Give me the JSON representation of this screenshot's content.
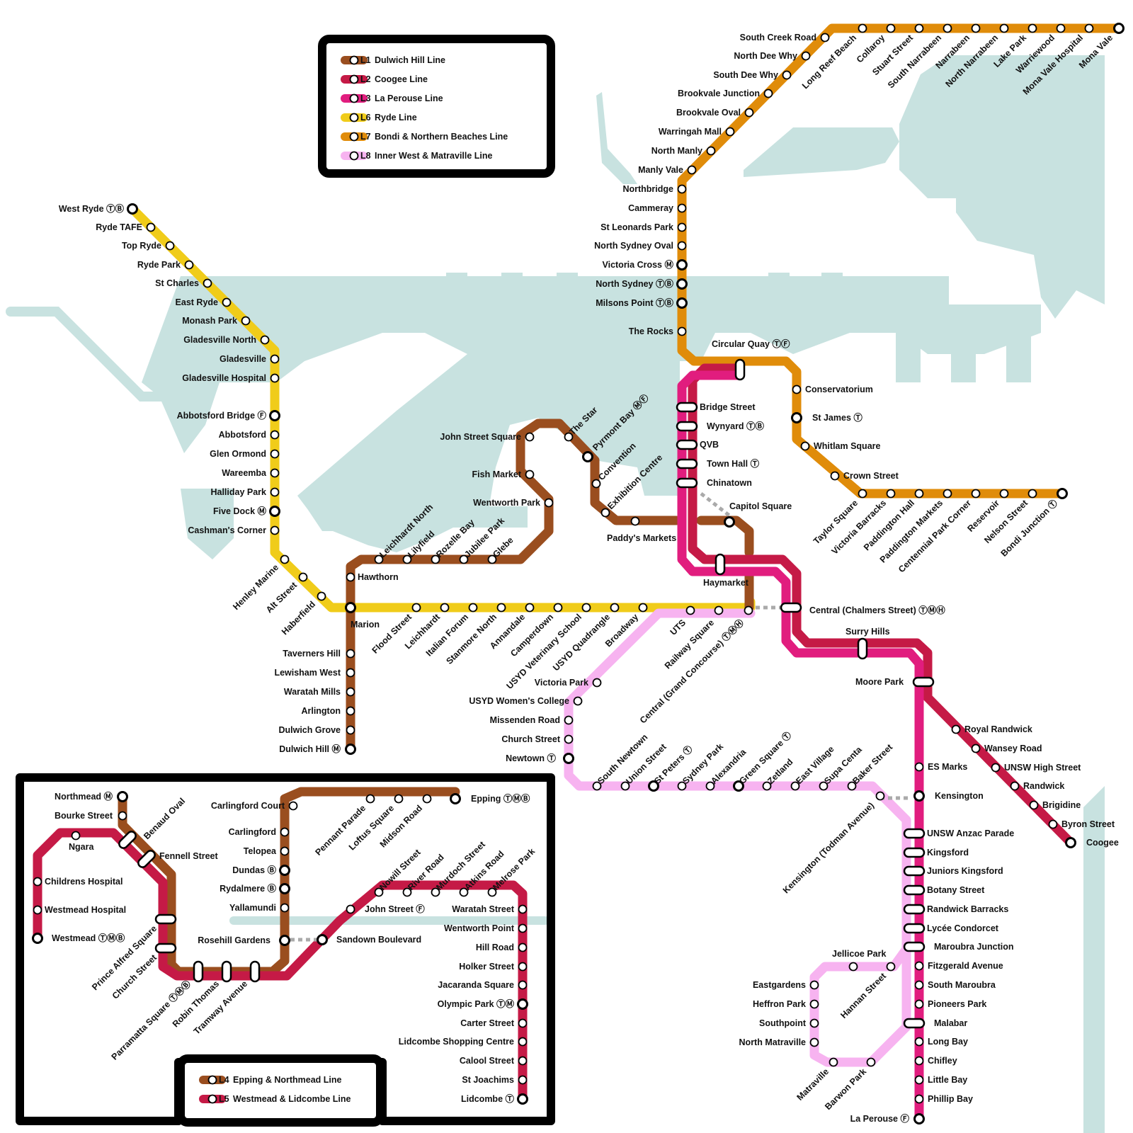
{
  "colors": {
    "water": "#c8e2e0",
    "L1": "#9a4e1f",
    "L2": "#c51a46",
    "L3": "#e11d7e",
    "L4": "#9a4e1f",
    "L5": "#c51a46",
    "L6": "#f0cc1a",
    "L7": "#e08c0a",
    "L8": "#f7b3f0",
    "transfer": "#aaaaaa"
  },
  "legend_main": [
    {
      "code": "L1",
      "name": "Dulwich Hill Line"
    },
    {
      "code": "L2",
      "name": "Coogee Line"
    },
    {
      "code": "L3",
      "name": "La Perouse Line"
    },
    {
      "code": "L6",
      "name": "Ryde Line"
    },
    {
      "code": "L7",
      "name": "Bondi & Northern Beaches Line"
    },
    {
      "code": "L8",
      "name": "Inner West & Matraville Line"
    }
  ],
  "legend_inset": [
    {
      "code": "L4",
      "name": "Epping & Northmead Line"
    },
    {
      "code": "L5",
      "name": "Westmead & Lidcombe Line"
    }
  ],
  "lines": {
    "L6": [
      "West Ryde ⓉⒷ",
      "Ryde TAFE",
      "Top Ryde",
      "Ryde Park",
      "St Charles",
      "East Ryde",
      "Monash Park",
      "Gladesville North",
      "Gladesville",
      "Gladesville Hospital",
      "Abbotsford Bridge Ⓕ",
      "Abbotsford",
      "Glen Ormond",
      "Wareemba",
      "Halliday Park",
      "Five Dock Ⓜ",
      "Cashman's Corner",
      "Henley Marine",
      "Alt Street",
      "Haberfield",
      "Marion",
      "Flood Street",
      "Leichhardt",
      "Italian Forum",
      "Stanmore North",
      "Annandale",
      "Camperdown",
      "USYD Veterinary School",
      "USYD Quadrangle",
      "Broadway",
      "UTS",
      "Railway Square",
      "Central (Grand Concourse) ⓉⓂⒽ"
    ],
    "L1": [
      "Dulwich Hill Ⓜ",
      "Dulwich Grove",
      "Arlington",
      "Waratah Mills",
      "Lewisham West",
      "Taverners Hill",
      "Hawthorn",
      "Leichhardt North",
      "Lilyfield",
      "Rozelle Bay",
      "Jubilee Park",
      "Glebe",
      "Wentworth Park",
      "Fish Market",
      "John Street Square",
      "The Star",
      "Pyrmont Bay ⓂⒻ",
      "Convention",
      "Exhibition Centre",
      "Paddy's Markets",
      "Capitol Square",
      "Haymarket",
      "Central (Chalmers Street) ⓉⓂⒽ"
    ],
    "L7": [
      "South Creek Road",
      "North Dee Why",
      "South Dee Why",
      "Brookvale Junction",
      "Brookvale Oval",
      "Warringah Mall",
      "North Manly",
      "Manly Vale",
      "Northbridge",
      "Cammeray",
      "St Leonards Park",
      "North Sydney Oval",
      "Victoria Cross Ⓜ",
      "North Sydney ⓉⒷ",
      "Milsons Point ⓉⒷ",
      "The Rocks",
      "Circular Quay ⓉⒻ",
      "Conservatorium",
      "St James Ⓣ",
      "Whitlam Square",
      "Crown Street",
      "Taylor Square",
      "Victoria Barracks",
      "Paddington Hall",
      "Paddington Markets",
      "Centennial Park Corner",
      "Reservoir",
      "Nelson Street",
      "Bondi Junction Ⓣ",
      "Long Reef Beach",
      "Collaroy",
      "Stuart Street",
      "South Narrabeen",
      "Narrabeen",
      "North Narrabeen",
      "Lake Park",
      "Warriewood",
      "Mona Vale Hospital",
      "Mona Vale"
    ],
    "L2": [
      "Bridge Street",
      "Wynyard ⓉⒷ",
      "QVB",
      "Town Hall Ⓣ",
      "Chinatown",
      "Surry Hills",
      "Moore Park",
      "Royal Randwick",
      "Wansey Road",
      "UNSW High Street",
      "Randwick",
      "Brigidine",
      "Byron Street",
      "Coogee"
    ],
    "L3": [
      "ES Marks",
      "Kensington",
      "UNSW Anzac Parade",
      "Kingsford",
      "Juniors Kingsford",
      "Botany Street",
      "Randwick Barracks",
      "Lycée Condorcet",
      "Maroubra Junction",
      "Fitzgerald Avenue",
      "South Maroubra",
      "Pioneers Park",
      "Malabar",
      "Long Bay",
      "Chifley",
      "Little Bay",
      "Phillip Bay",
      "La Perouse Ⓕ"
    ],
    "L8": [
      "Victoria Park",
      "USYD Women's College",
      "Missenden Road",
      "Church Street",
      "Newtown Ⓣ",
      "South Newtown",
      "Union Street",
      "St Peters Ⓣ",
      "Sydney Park",
      "Alexandria",
      "Green Square Ⓣ",
      "Zetland",
      "East Village",
      "Supa Centa",
      "Baker Street",
      "Kensington (Todman Avenue)",
      "Jellicoe Park",
      "Hannan Street",
      "Eastgardens",
      "Heffron Park",
      "Southpoint",
      "North Matraville",
      "Matraville",
      "Barwon Park"
    ],
    "L4": [
      "Northmead Ⓜ",
      "Bourke Street",
      "Benaud Oval",
      "Fennell Street",
      "Prince Alfred Square",
      "Church Street",
      "Parramatta Square ⓉⓂⒷ",
      "Robin Thomas",
      "Tramway Avenue",
      "Rosehill Gardens",
      "Yallamundi",
      "Rydalmere Ⓑ",
      "Dundas Ⓑ",
      "Telopea",
      "Carlingford",
      "Carlingford Court",
      "Pennant Parade",
      "Loftus Square",
      "Midson Road",
      "Epping ⓉⓂⒷ"
    ],
    "L5": [
      "Westmead ⓉⓂⒷ",
      "Westmead Hospital",
      "Childrens Hospital",
      "Ngara",
      "Sandown Boulevard",
      "John Street Ⓕ",
      "Nowill Street",
      "River Road",
      "Murdoch Street",
      "Atkins Road",
      "Melrose Park",
      "Waratah Street",
      "Wentworth Point",
      "Hill Road",
      "Holker Street",
      "Jacaranda Square",
      "Olympic Park ⓉⓂ",
      "Carter Street",
      "Lidcombe Shopping Centre",
      "Calool Street",
      "St Joachims",
      "Lidcombe Ⓣ"
    ]
  }
}
